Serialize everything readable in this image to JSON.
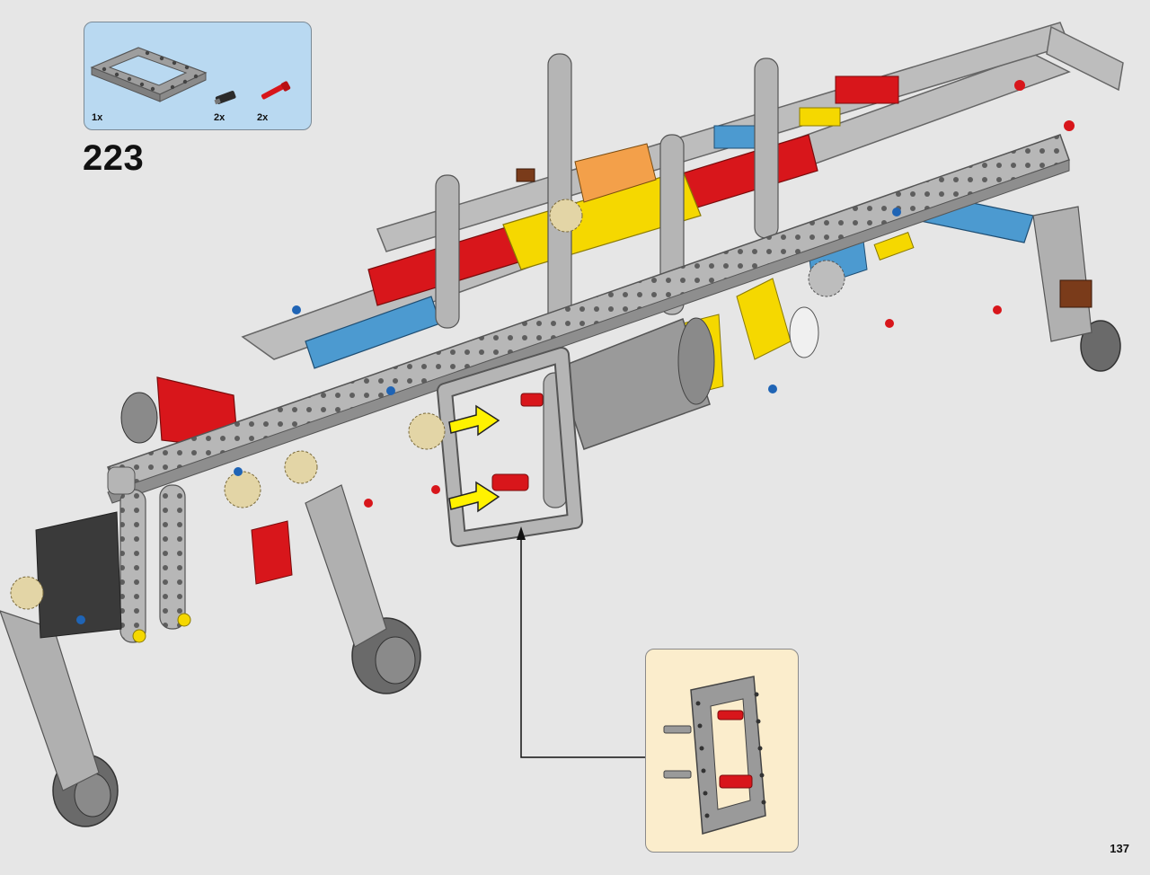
{
  "step": {
    "number": "223"
  },
  "parts_list": {
    "items": [
      {
        "name": "gray-5x7-open-frame",
        "qty": "1x",
        "color": "#a9a9a9"
      },
      {
        "name": "black-axle-connector",
        "qty": "2x",
        "color": "#2b2b2b"
      },
      {
        "name": "red-pin-with-bush",
        "qty": "2x",
        "color": "#d8161b"
      }
    ]
  },
  "page": {
    "number": "137"
  },
  "colors": {
    "background": "#e6e6e6",
    "parts_box_bg": "#b9d9f1",
    "callout_bg": "#fbedcc",
    "beam_gray": "#b5b5b5",
    "red": "#d8161b",
    "yellow": "#f5d800",
    "blue": "#4c9ad0",
    "arrow_yellow": "#fff200"
  }
}
